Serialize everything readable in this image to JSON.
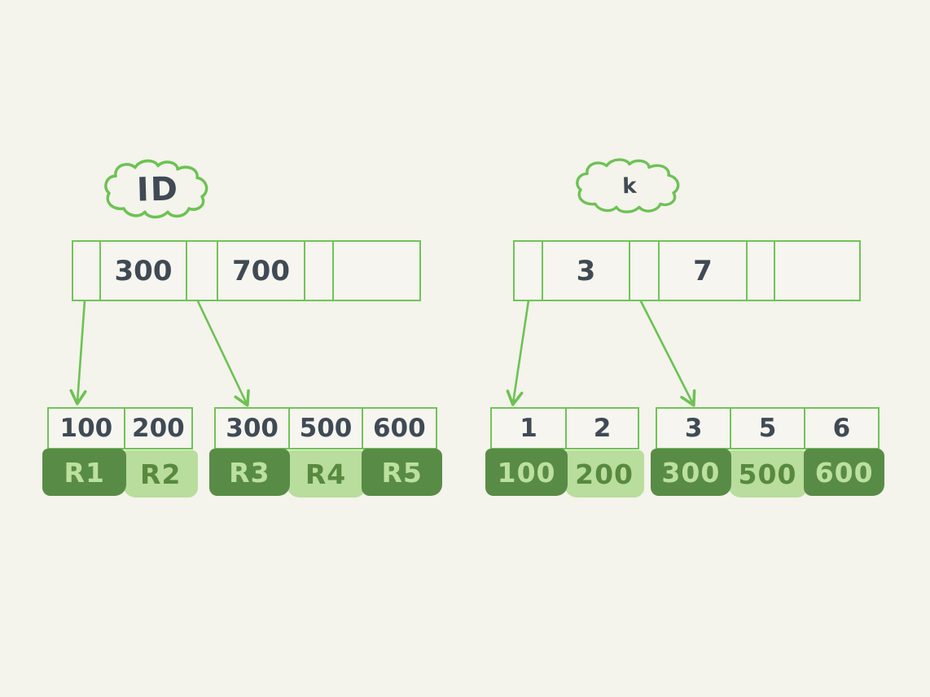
{
  "palette": {
    "bg": "#f4f3ec",
    "cell": "#f6f5ef",
    "stroke": "#70c457",
    "ink": "#3f4a54",
    "green-dark": "#588c46",
    "green-light": "#b9dd9c",
    "text-on-dark": "#bce09e",
    "text-on-light": "#57893f"
  },
  "left": {
    "label": "ID",
    "root": {
      "cells": [
        "",
        "300",
        "",
        "700",
        "",
        ""
      ]
    },
    "leaves": [
      {
        "keys": [
          "100",
          "200"
        ],
        "pointers": [
          {
            "label": "R1",
            "variant": "dark"
          },
          {
            "label": "R2",
            "variant": "light"
          }
        ]
      },
      {
        "keys": [
          "300",
          "500",
          "600"
        ],
        "pointers": [
          {
            "label": "R3",
            "variant": "dark"
          },
          {
            "label": "R4",
            "variant": "light"
          },
          {
            "label": "R5",
            "variant": "dark"
          }
        ]
      }
    ]
  },
  "right": {
    "label": "k",
    "root": {
      "cells": [
        "",
        "3",
        "",
        "7",
        "",
        ""
      ]
    },
    "leaves": [
      {
        "keys": [
          "1",
          "2"
        ],
        "pointers": [
          {
            "label": "100",
            "variant": "dark"
          },
          {
            "label": "200",
            "variant": "light"
          }
        ]
      },
      {
        "keys": [
          "3",
          "5",
          "6"
        ],
        "pointers": [
          {
            "label": "300",
            "variant": "dark"
          },
          {
            "label": "500",
            "variant": "light"
          },
          {
            "label": "600",
            "variant": "dark"
          }
        ]
      }
    ]
  }
}
